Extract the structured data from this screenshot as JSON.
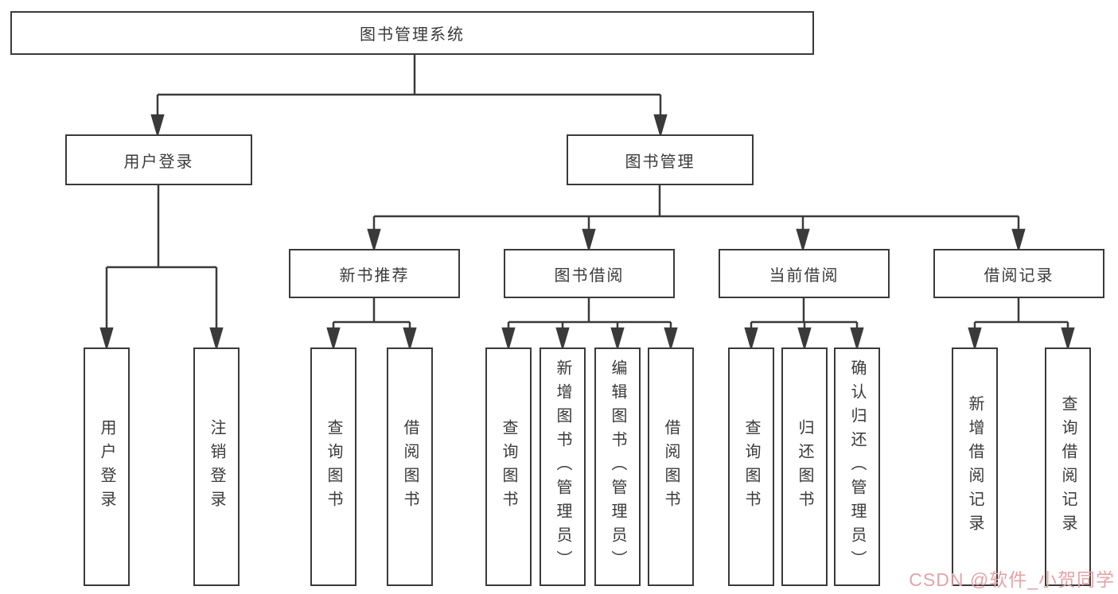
{
  "diagram": {
    "root": {
      "label": "图书管理系统"
    },
    "branches": [
      {
        "label": "用户登录",
        "children": [
          {
            "label": "用户登录"
          },
          {
            "label": "注销登录"
          }
        ]
      },
      {
        "label": "图书管理",
        "children": [
          {
            "label": "新书推荐",
            "children": [
              {
                "label": "查询图书"
              },
              {
                "label": "借阅图书"
              }
            ]
          },
          {
            "label": "图书借阅",
            "children": [
              {
                "label": "查询图书"
              },
              {
                "label": "新增图书（管理员）"
              },
              {
                "label": "编辑图书（管理员）"
              },
              {
                "label": "借阅图书"
              }
            ]
          },
          {
            "label": "当前借阅",
            "children": [
              {
                "label": "查询图书"
              },
              {
                "label": "归还图书"
              },
              {
                "label": "确认归还（管理员）"
              }
            ]
          },
          {
            "label": "借阅记录",
            "children": [
              {
                "label": "新增借阅记录"
              },
              {
                "label": "查询借阅记录"
              }
            ]
          }
        ]
      }
    ]
  },
  "watermark": {
    "text": "CSDN @软件_小贺同学",
    "color": "#e2a3a8"
  },
  "colors": {
    "line": "#3a3a3a",
    "text": "#3a3a3a",
    "background": "#ffffff"
  }
}
